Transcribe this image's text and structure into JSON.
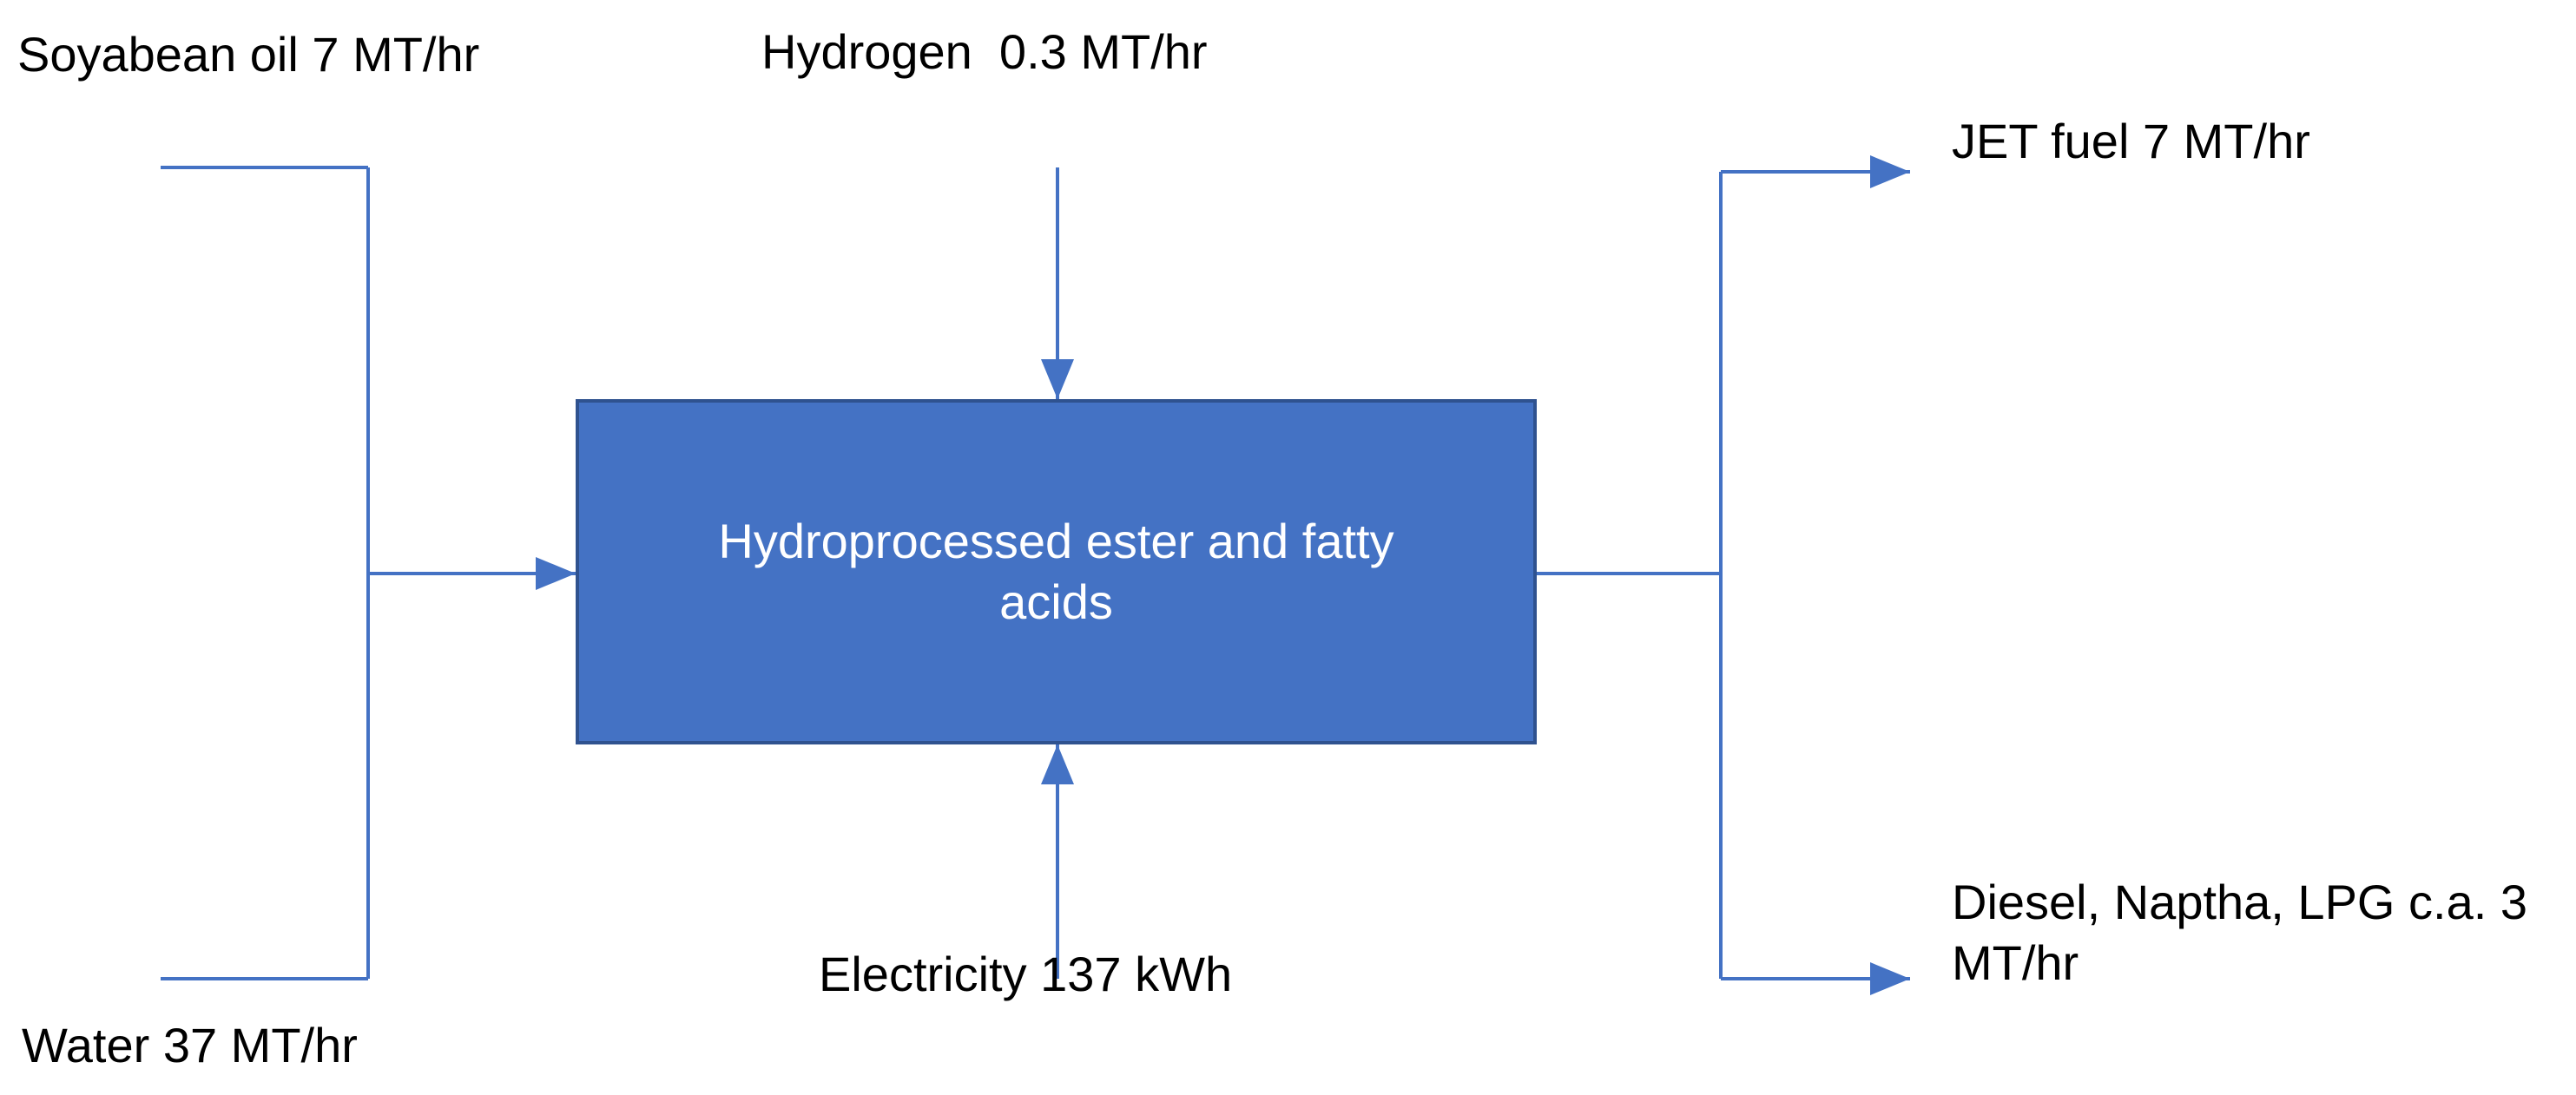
{
  "colors": {
    "flow_line": "#4472c4",
    "box_fill": "#4472c4",
    "box_border": "#2f528f",
    "box_text": "#ffffff",
    "label_text": "#000000"
  },
  "inputs": {
    "soybean_oil": "Soyabean oil 7 MT/hr",
    "water": "Water 37 MT/hr",
    "hydrogen": "Hydrogen  0.3 MT/hr",
    "electricity": "Electricity 137 kWh"
  },
  "process": {
    "label": "Hydroprocessed ester and fatty acids"
  },
  "outputs": {
    "jet_fuel": "JET fuel 7 MT/hr",
    "byproducts": "Diesel, Naptha, LPG c.a. 3 MT/hr"
  }
}
